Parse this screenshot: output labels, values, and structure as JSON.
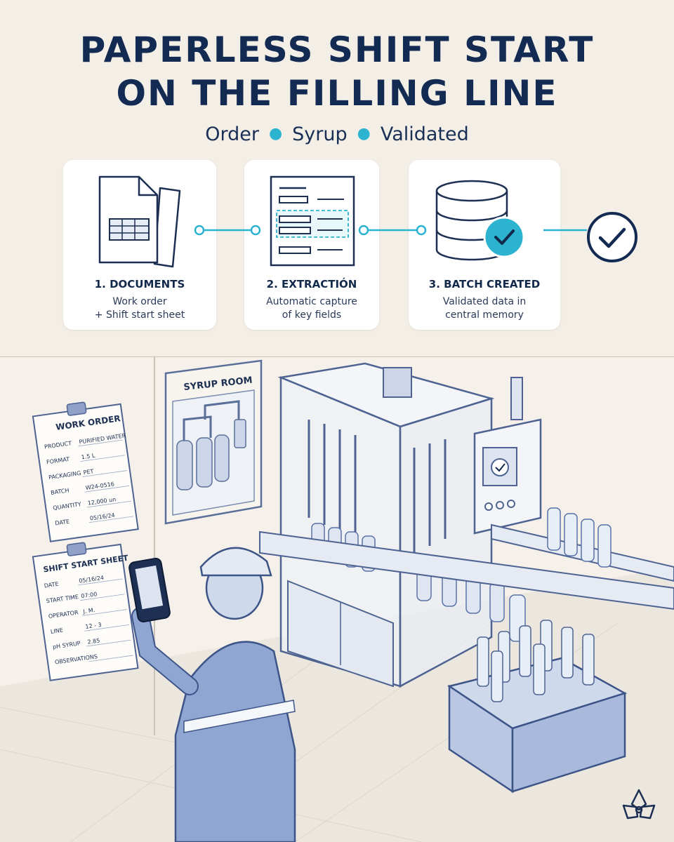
{
  "header": {
    "title_line1": "PAPERLESS SHIFT START",
    "title_line2": "ON THE FILLING LINE",
    "tags": [
      "Order",
      "Syrup",
      "Validated"
    ]
  },
  "steps": [
    {
      "label": "1. DOCUMENTS",
      "desc_line1": "Work order",
      "desc_line2": "+ Shift start sheet",
      "icon": "documents-icon"
    },
    {
      "label": "2. EXTRACTIÓN",
      "desc_line1": "Automatic capture",
      "desc_line2": "of key fields",
      "icon": "extraction-form-icon"
    },
    {
      "label": "3. BATCH CREATED",
      "desc_line1": "Validated data in",
      "desc_line2": "central memory",
      "icon": "database-check-icon"
    }
  ],
  "scene": {
    "syrup_room_label": "SYRUP ROOM",
    "work_order": {
      "title": "WORK ORDER",
      "rows": [
        {
          "label": "PRODUCT",
          "value": "PURIFIED WATER"
        },
        {
          "label": "FORMAT",
          "value": "1.5 L"
        },
        {
          "label": "PACKAGING",
          "value": "PET"
        },
        {
          "label": "BATCH",
          "value": "W24-0516"
        },
        {
          "label": "QUANTITY",
          "value": "12,000 un"
        },
        {
          "label": "DATE",
          "value": "05/16/24"
        }
      ]
    },
    "shift_sheet": {
      "title": "SHIFT START SHEET",
      "rows": [
        {
          "label": "DATE",
          "value": "05/16/24"
        },
        {
          "label": "START TIME",
          "value": "07:00"
        },
        {
          "label": "OPERATOR",
          "value": "J. M."
        },
        {
          "label": "LINE",
          "value": "12 - 3"
        },
        {
          "label": "pH SYRUP",
          "value": "2.85"
        },
        {
          "label": "OBSERVATIONS",
          "value": ""
        }
      ]
    }
  },
  "colors": {
    "navy": "#132a52",
    "accent": "#2bb3cf",
    "steel": "#5a73a8",
    "paper": "#f3efe7"
  }
}
